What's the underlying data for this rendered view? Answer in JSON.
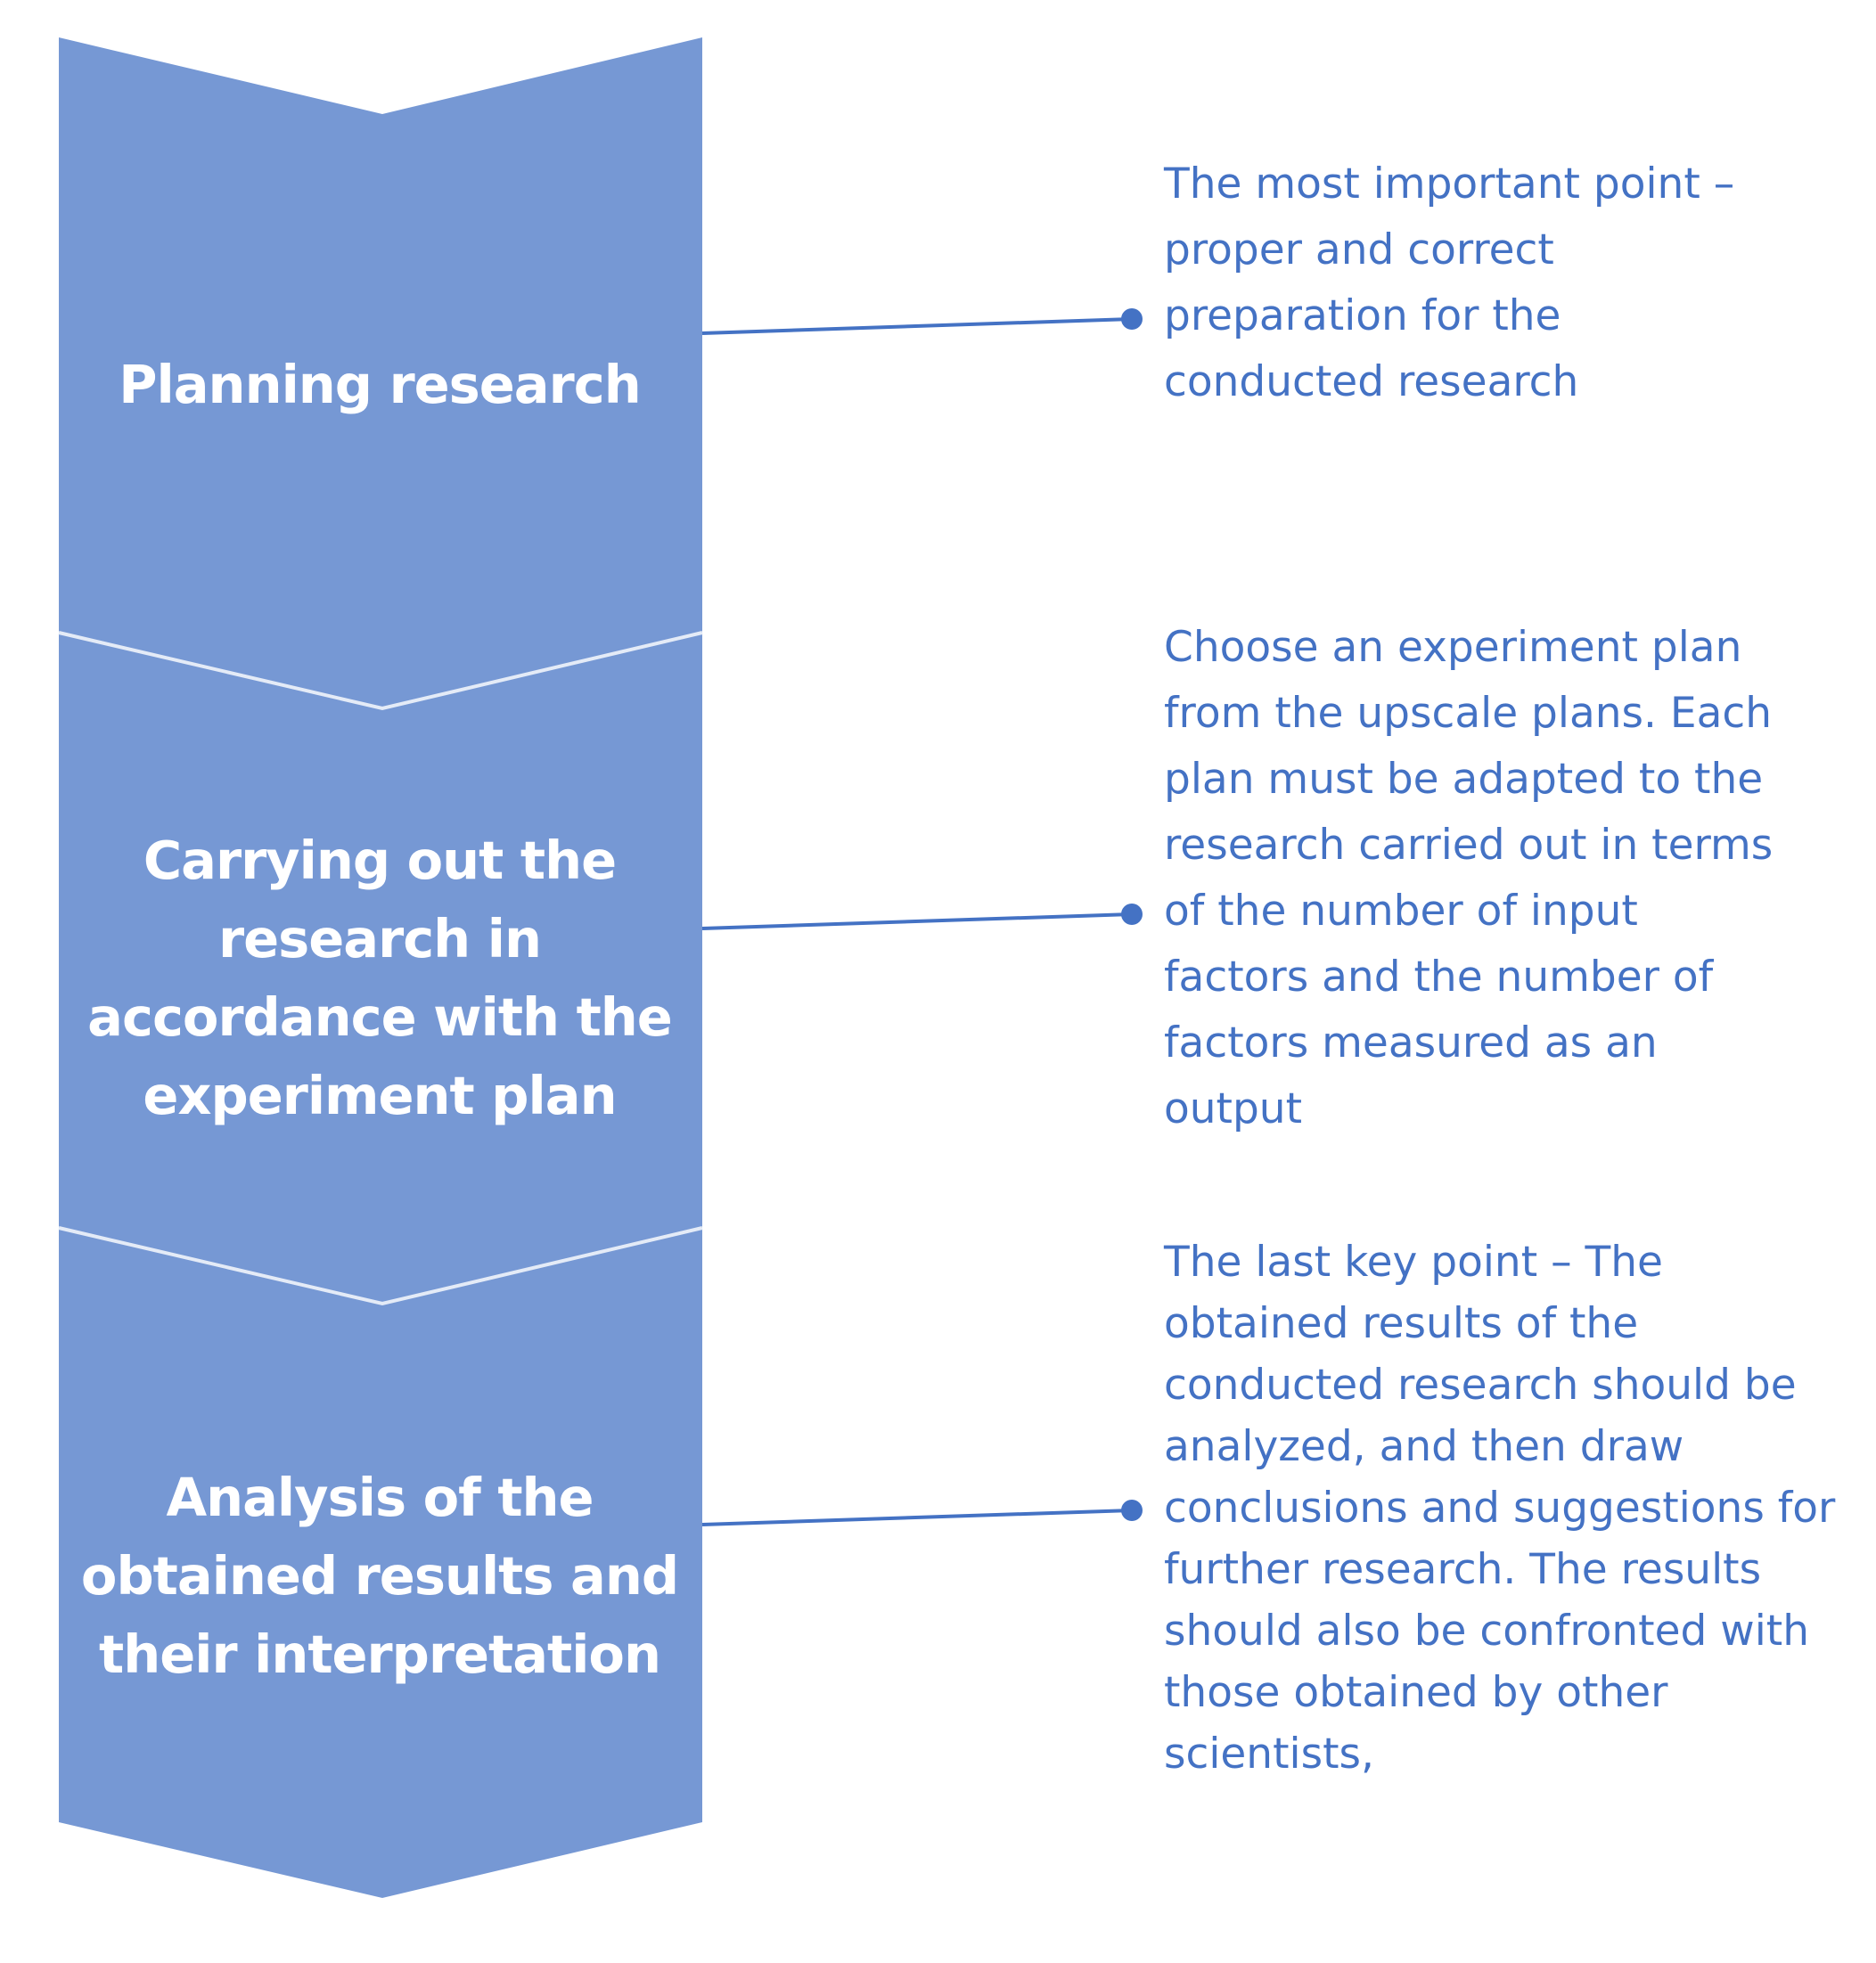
{
  "colors": {
    "chevron_fill": "#7698d4",
    "chevron_divider": "#e4ebf7",
    "connector": "#4472c4",
    "note_text": "#4472c4",
    "stage_text": "#ffffff"
  },
  "stages": [
    {
      "label": "Planning research"
    },
    {
      "label": "Carrying out the\nresearch in\naccordance with the\nexperiment plan"
    },
    {
      "label": "Analysis of the\nobtained results and\ntheir interpretation"
    }
  ],
  "notes": [
    {
      "text": "The most important point –\nproper and correct\npreparation for the\nconducted research"
    },
    {
      "text": "Choose an experiment plan\nfrom the upscale plans. Each\nplan must be adapted to the\nresearch carried out in terms\nof the number of input\nfactors and the number of\nfactors measured as an\noutput"
    },
    {
      "text": "The last key point – The\nobtained results of the\nconducted research should be\nanalyzed, and then draw\nconclusions and suggestions for\nfurther research. The results\nshould also be confronted with\nthose obtained by other\nscientists,"
    }
  ]
}
